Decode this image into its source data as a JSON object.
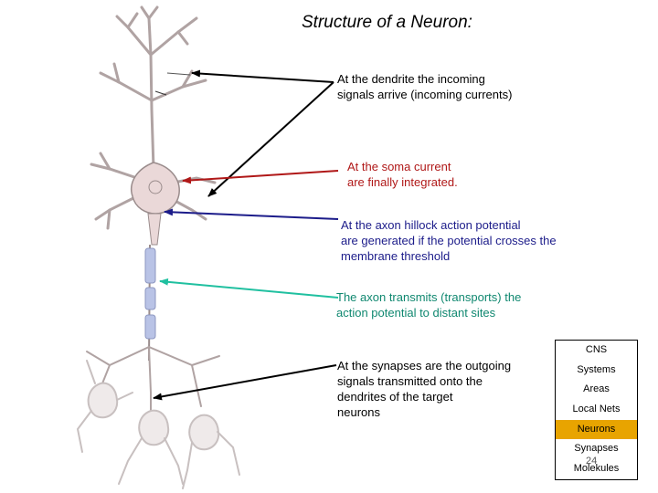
{
  "title": "Structure of a Neuron:",
  "annotations": {
    "dendrite": "At the dendrite the incoming\nsignals arrive (incoming currents)",
    "soma": "At the soma current\nare finally integrated.",
    "hillock": "At the axon hillock action potential\nare generated if the potential crosses the\nmembrane threshold",
    "axon": "The axon transmits (transports) the\naction potential to distant sites",
    "synapse": "At the synapses are the outgoing\nsignals transmitted onto the\ndendrites of the target\nneurons"
  },
  "levels": [
    "CNS",
    "Systems",
    "Areas",
    "Local Nets",
    "Neurons",
    "Synapses",
    "Molekules"
  ],
  "active_level": "Neurons",
  "page_number": "24",
  "colors": {
    "soma_arrow": "#b01818",
    "hillock_arrow": "#1c1c8a",
    "axon_arrow": "#20c0a0",
    "dendrite_arrow": "#000000",
    "synapse_arrow": "#000000",
    "neuron_body": "#ead8d8",
    "neuron_outline": "#9a8c8c",
    "myelin": "#b9c3e6",
    "active_level": "#e8a400"
  }
}
